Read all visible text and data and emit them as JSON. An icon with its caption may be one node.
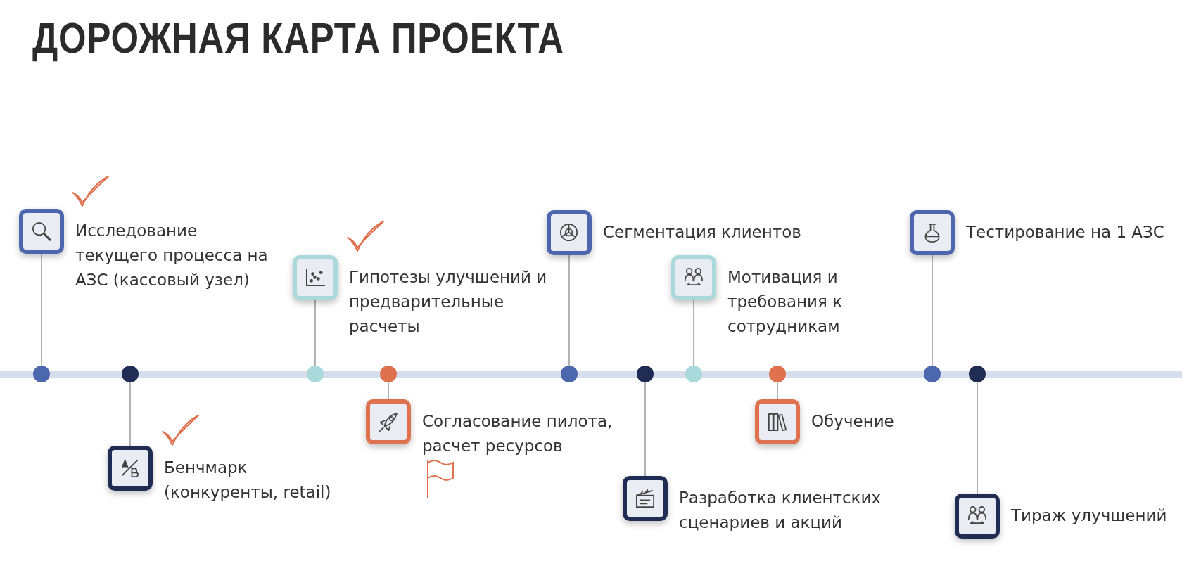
{
  "diagram": {
    "title": "ДОРОЖНАЯ КАРТА ПРОЕКТА",
    "nodes": [
      {
        "text": [],
        "shape": "circle"
      },
      {
        "text": [
          "Исследование текущего процесса на АЗС (кассовый узел)"
        ]
      },
      {
        "text": [],
        "shape": "circle"
      },
      {
        "text": [
          "Бенчмарк (конкуренты, retail)"
        ]
      },
      {
        "text": [],
        "shape": "circle"
      },
      {
        "text": [
          "Гипотезы улучшений и предварительные расчеты"
        ]
      },
      {
        "text": [],
        "shape": "circle"
      },
      {
        "text": [
          "Согласование пилота, расчет ресурсов"
        ]
      },
      {
        "text": [],
        "shape": "circle"
      },
      {
        "text": [
          "Сегментация клиентов"
        ]
      },
      {
        "text": [],
        "shape": "circle"
      },
      {
        "text": [
          "Разработка клиентских сценариев и акций"
        ]
      },
      {
        "text": [],
        "shape": "circle"
      },
      {
        "text": [
          "Мотивация и требования к сотрудникам"
        ]
      },
      {
        "text": [],
        "shape": "circle"
      },
      {
        "text": [
          "Обучение"
        ]
      },
      {
        "text": [],
        "shape": "circle"
      },
      {
        "text": [
          "Тестирование на 1 АЗС"
        ]
      },
      {
        "text": [],
        "shape": "circle"
      },
      {
        "text": [
          "Тираж улучшений"
        ]
      }
    ],
    "edges": [
      {
        "from": 0,
        "to": 1,
        "arrow": "none"
      },
      {
        "from": 2,
        "to": 3,
        "arrow": "none"
      },
      {
        "from": 4,
        "to": 5,
        "arrow": "none"
      },
      {
        "from": 6,
        "to": 7,
        "arrow": "none"
      },
      {
        "from": 8,
        "to": 9,
        "arrow": "none"
      },
      {
        "from": 10,
        "to": 11,
        "arrow": "none"
      },
      {
        "from": 12,
        "to": 13,
        "arrow": "none"
      },
      {
        "from": 14,
        "to": 15,
        "arrow": "none"
      },
      {
        "from": 16,
        "to": 17,
        "arrow": "none"
      },
      {
        "from": 18,
        "to": 19,
        "arrow": "none"
      }
    ]
  }
}
